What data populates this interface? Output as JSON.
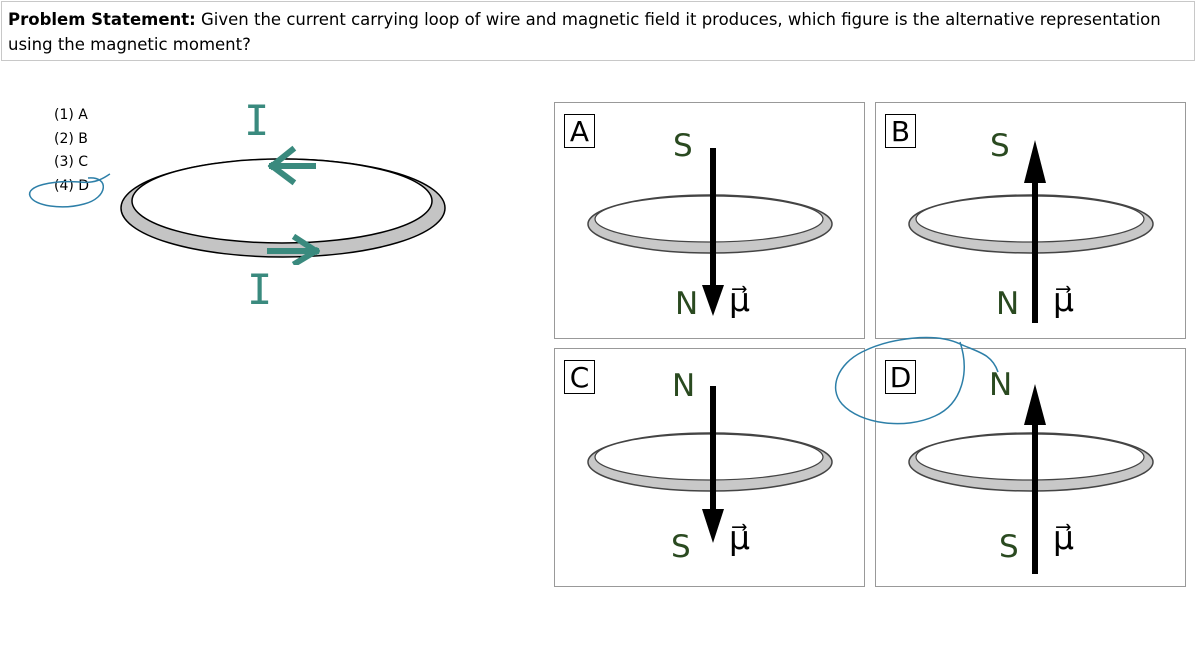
{
  "problem": {
    "label": "Problem Statement:",
    "text": "Given the current carrying loop of wire and magnetic field it produces, which figure is the alternative representation using the magnetic moment?"
  },
  "choices": [
    {
      "label": "(1) A"
    },
    {
      "label": "(2) B"
    },
    {
      "label": "(3) C"
    },
    {
      "label": "(4) D"
    }
  ],
  "loop": {
    "current_top": "I",
    "current_bottom": "I"
  },
  "panels": [
    {
      "letter": "A",
      "top_pole": "S",
      "bottom_pole": "N",
      "moment": "μ⃗",
      "arrow": "down"
    },
    {
      "letter": "B",
      "top_pole": "S",
      "bottom_pole": "N",
      "moment": "μ⃗",
      "arrow": "up"
    },
    {
      "letter": "C",
      "top_pole": "N",
      "bottom_pole": "S",
      "moment": "μ⃗",
      "arrow": "down"
    },
    {
      "letter": "D",
      "top_pole": "N",
      "bottom_pole": "S",
      "moment": "μ⃗",
      "arrow": "up"
    }
  ],
  "colors": {
    "current": "#3a8a7e",
    "pole": "#2a4a20",
    "annotation": "#2d7fa8",
    "ring": "#c8c8c8"
  }
}
